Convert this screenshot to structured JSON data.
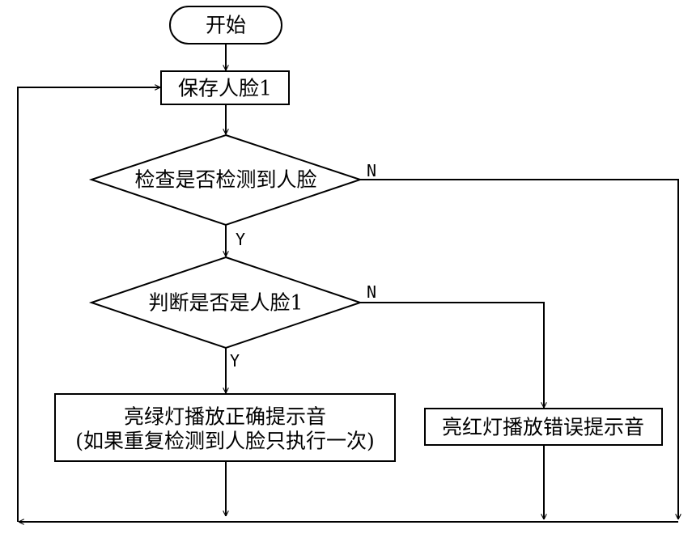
{
  "nodes": {
    "start": {
      "label": "开始"
    },
    "save_face": {
      "label": "保存人脸1"
    },
    "check_detect": {
      "label": "检查是否检测到人脸"
    },
    "check_match": {
      "label": "判断是否是人脸1"
    },
    "green_action": {
      "lines": [
        "亮绿灯播放正确提示音",
        "(如果重复检测到人脸只执行一次)"
      ]
    },
    "red_action": {
      "label": "亮红灯播放错误提示音"
    }
  },
  "edges": {
    "detect_no": "N",
    "detect_yes": "Y",
    "match_no": "N",
    "match_yes": "Y"
  },
  "colors": {
    "stroke": "#000000",
    "background": "#ffffff"
  }
}
